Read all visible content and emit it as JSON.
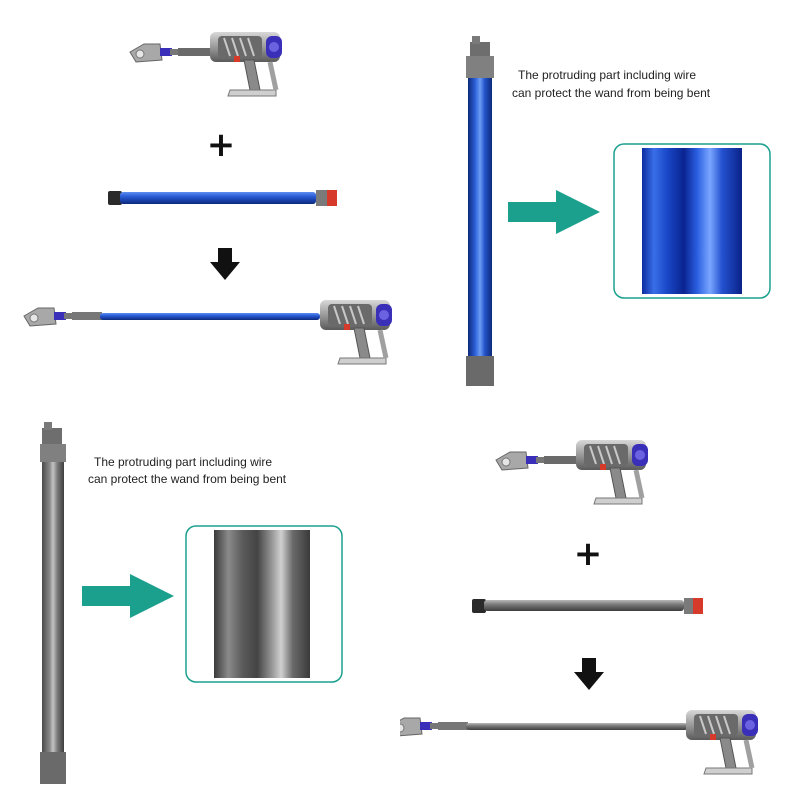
{
  "captions": {
    "top_right_line1": "The protruding part including wire",
    "top_right_line2": "can protect the wand from being bent",
    "bottom_left_line1": "The protruding part including wire",
    "bottom_left_line2": "can protect the wand from being bent"
  },
  "symbols": {
    "plus": "+"
  },
  "colors": {
    "blue_wand": "#1f4fbf",
    "grey_wand": "#7a7a7a",
    "teal_arrow": "#1aa08c",
    "red_cap": "#d63a2a",
    "purple_accent": "#3a2fb8"
  }
}
